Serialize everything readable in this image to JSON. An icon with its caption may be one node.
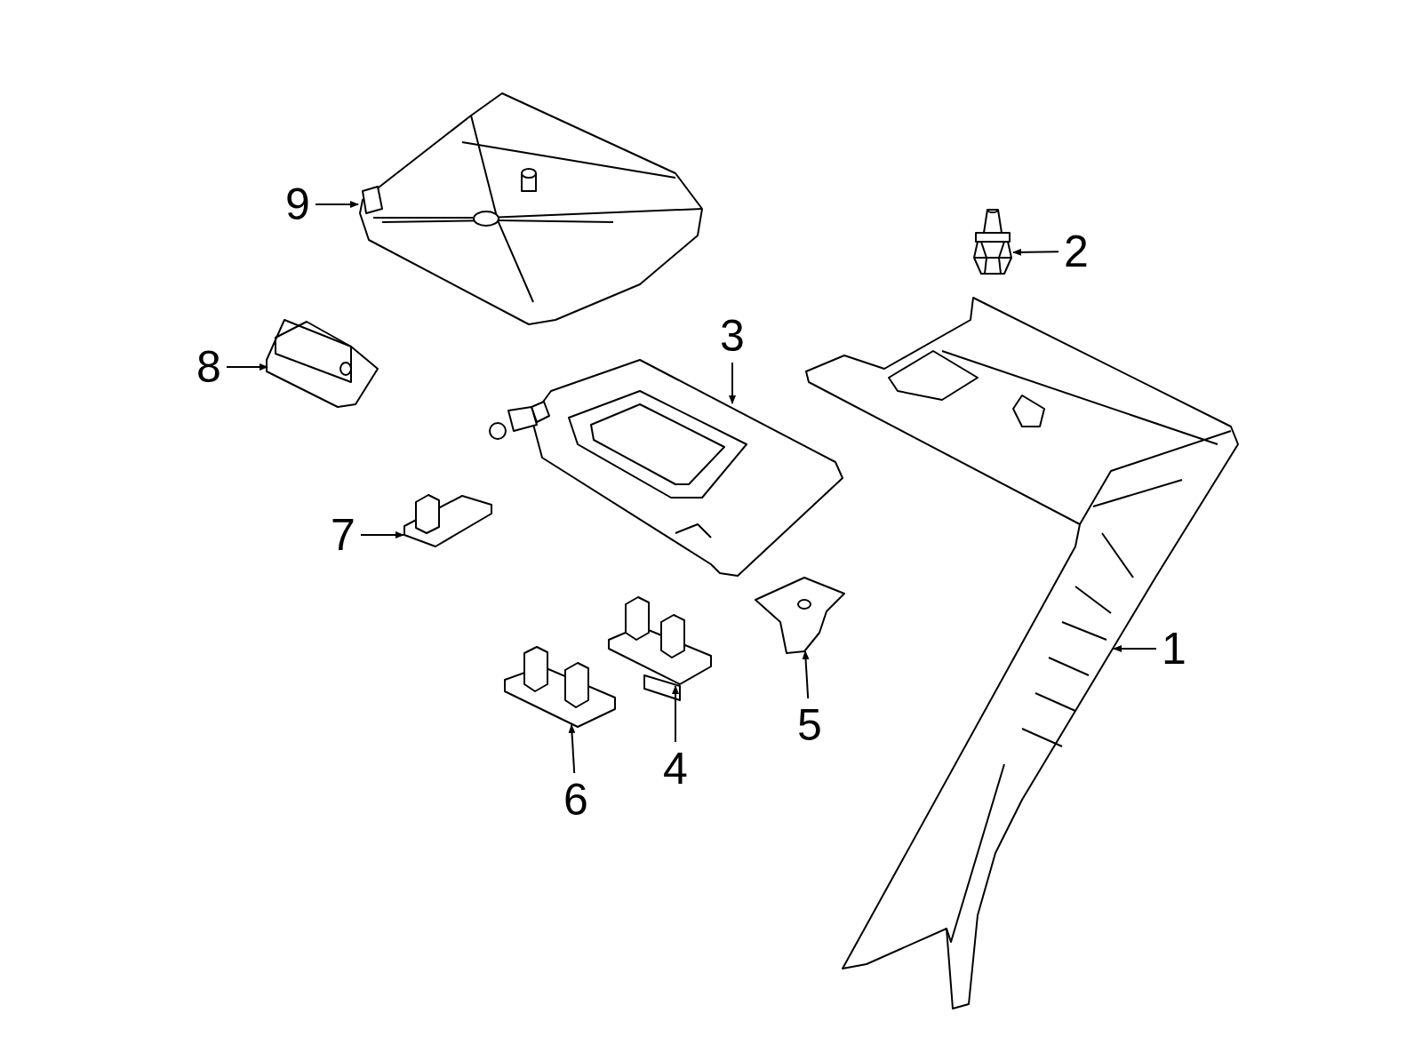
{
  "diagram": {
    "nodes": [
      {
        "text": [
          "1"
        ]
      },
      {
        "text": [],
        "shape": "picture"
      },
      {
        "text": [
          "2"
        ]
      },
      {
        "text": [],
        "shape": "picture"
      },
      {
        "text": [
          "3"
        ]
      },
      {
        "text": [],
        "shape": "picture"
      },
      {
        "text": [
          "4"
        ]
      },
      {
        "text": [],
        "shape": "picture"
      },
      {
        "text": [
          "5"
        ]
      },
      {
        "text": [],
        "shape": "picture"
      },
      {
        "text": [
          "6"
        ]
      },
      {
        "text": [],
        "shape": "picture"
      },
      {
        "text": [
          "7"
        ]
      },
      {
        "text": [],
        "shape": "picture"
      },
      {
        "text": [
          "8"
        ]
      },
      {
        "text": [],
        "shape": "picture"
      },
      {
        "text": [
          "9"
        ]
      },
      {
        "text": [],
        "shape": "picture"
      }
    ],
    "edges": [
      {
        "from": 0,
        "to": 1,
        "arrow": "to"
      },
      {
        "from": 2,
        "to": 3,
        "arrow": "to"
      },
      {
        "from": 4,
        "to": 5,
        "arrow": "to"
      },
      {
        "from": 6,
        "to": 7,
        "arrow": "to"
      },
      {
        "from": 8,
        "to": 9,
        "arrow": "to"
      },
      {
        "from": 10,
        "to": 11,
        "arrow": "to"
      },
      {
        "from": 12,
        "to": 13,
        "arrow": "to"
      },
      {
        "from": 14,
        "to": 15,
        "arrow": "to"
      },
      {
        "from": 16,
        "to": 17,
        "arrow": "to"
      }
    ]
  }
}
